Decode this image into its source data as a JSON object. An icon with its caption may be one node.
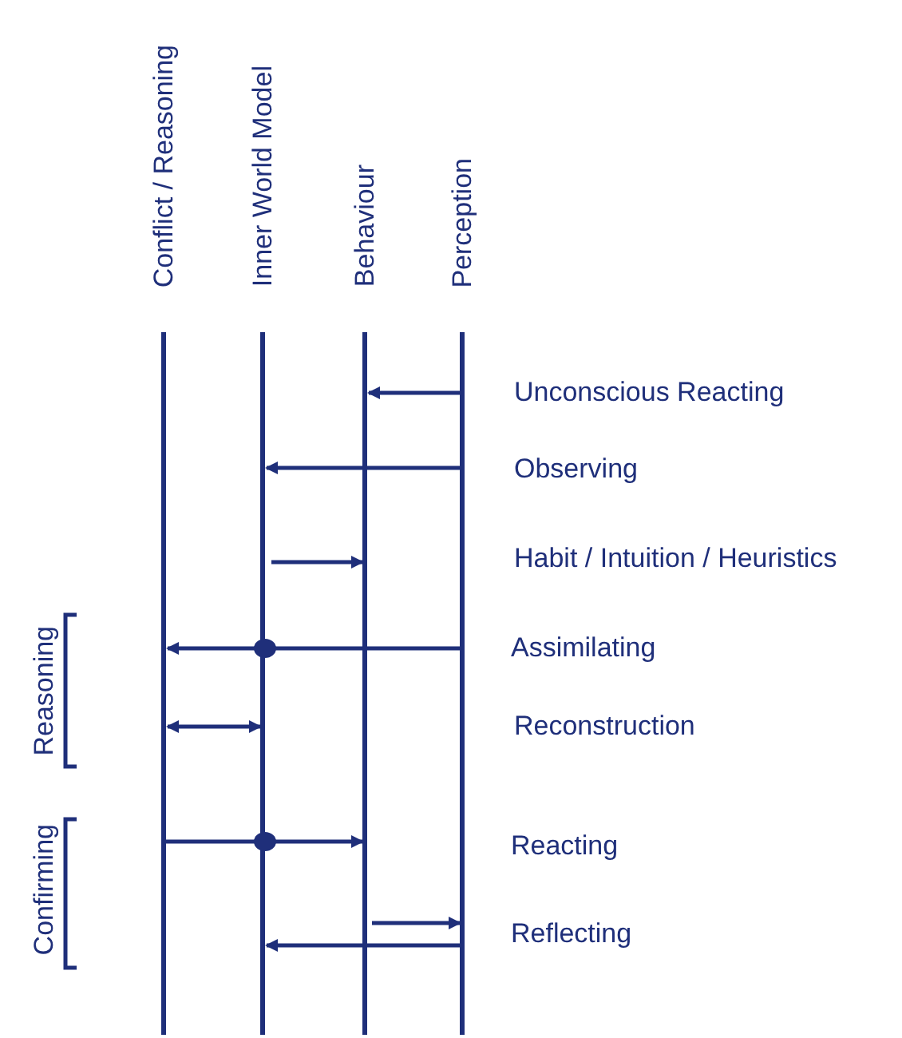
{
  "diagram": {
    "nodes": [
      {
        "text": [
          "Conflict / Reasoning"
        ]
      },
      {
        "text": [
          "Inner World Model"
        ]
      },
      {
        "text": [
          "Behaviour"
        ]
      },
      {
        "text": [
          "Perception"
        ]
      }
    ],
    "edges": [
      {
        "from": 3,
        "to": 2,
        "arrow": "to"
      },
      {
        "from": 3,
        "to": 1,
        "arrow": "to"
      },
      {
        "from": 1,
        "to": 2,
        "arrow": "to"
      },
      {
        "from": 3,
        "to": 0,
        "arrow": "to"
      },
      {
        "from": 0,
        "to": 1,
        "arrow": "both"
      },
      {
        "from": 0,
        "to": 2,
        "arrow": "to"
      },
      {
        "from": 2,
        "to": 3,
        "arrow": "to"
      },
      {
        "from": 3,
        "to": 1,
        "arrow": "to"
      }
    ],
    "labels": [
      "Unconscious Reacting",
      "Observing",
      "Habit / Intuition / Heuristics",
      "Assimilating",
      "Reconstruction",
      "Reacting",
      "Reflecting",
      "Reasoning",
      "Confirming"
    ]
  }
}
